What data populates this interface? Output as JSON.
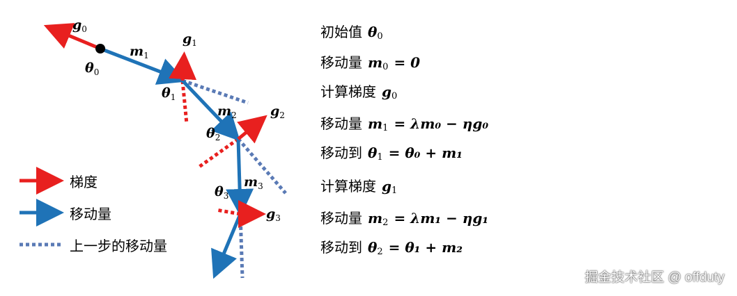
{
  "colors": {
    "gradient": "#e8201f",
    "momentum": "#1f73b7",
    "prev_momentum": "#5a7ab5",
    "point": "#000000"
  },
  "labels": {
    "g0": {
      "base": "g",
      "sub": "0"
    },
    "g1": {
      "base": "g",
      "sub": "1"
    },
    "g2": {
      "base": "g",
      "sub": "2"
    },
    "g3": {
      "base": "g",
      "sub": "3"
    },
    "m1": {
      "base": "m",
      "sub": "1"
    },
    "m2": {
      "base": "m",
      "sub": "2"
    },
    "m3": {
      "base": "m",
      "sub": "3"
    },
    "t0": {
      "base": "θ",
      "sub": "0"
    },
    "t1": {
      "base": "θ",
      "sub": "1"
    },
    "t2": {
      "base": "θ",
      "sub": "2"
    },
    "t3": {
      "base": "θ",
      "sub": "3"
    }
  },
  "legend": {
    "gradient": "梯度",
    "momentum": "移动量",
    "prev_momentum": "上一步的移动量"
  },
  "steps": [
    {
      "cn": "初始值",
      "lhs": "θ",
      "lhs_sub": "0",
      "rhs": ""
    },
    {
      "cn": "移动量",
      "lhs": "m",
      "lhs_sub": "0",
      "rhs": "= 0"
    },
    {
      "cn": "计算梯度",
      "lhs": "g",
      "lhs_sub": "0",
      "rhs": ""
    },
    {
      "cn": "移动量",
      "lhs": "m",
      "lhs_sub": "1",
      "rhs": "= λm₀ − ηg₀"
    },
    {
      "cn": "移动到",
      "lhs": "θ",
      "lhs_sub": "1",
      "rhs": "= θ₀ + m₁"
    },
    {
      "cn": "计算梯度",
      "lhs": "g",
      "lhs_sub": "1",
      "rhs": ""
    },
    {
      "cn": "移动量",
      "lhs": "m",
      "lhs_sub": "2",
      "rhs": "= λm₁ − ηg₁"
    },
    {
      "cn": "移动到",
      "lhs": "θ",
      "lhs_sub": "2",
      "rhs": "= θ₁ + m₂"
    }
  ],
  "watermark": "掘金技术社区 @ offduty"
}
